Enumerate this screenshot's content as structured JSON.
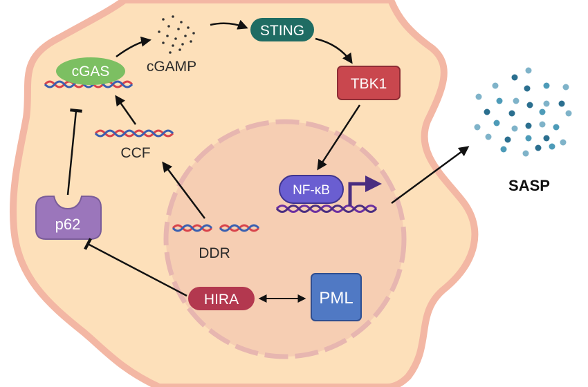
{
  "nodes": {
    "cgas": "cGAS",
    "sting": "STING",
    "tbk1": "TBK1",
    "nfkb": "NF-κB",
    "p62": "p62",
    "hira": "HIRA",
    "pml": "PML"
  },
  "labels": {
    "cgamp": "cGAMP",
    "ccf": "CCF",
    "ddr": "DDR",
    "sasp": "SASP"
  },
  "colors": {
    "cell_fill": "#fde0ba",
    "cell_outline": "#f3b7a4",
    "nucleus_fill": "#f6cdb3",
    "nucleus_outline": "#e9b8b4",
    "cgas": "#7cbf62",
    "sting": "#1f6c63",
    "tbk1": "#c9474e",
    "nfkb": "#6a5ed1",
    "p62": "#9b76bb",
    "hira": "#b3384f",
    "pml": "#5079c4",
    "dna_red": "#d8434b",
    "dna_blue": "#3a5fb0",
    "dna_purple": "#6b2fa0",
    "sasp_dots": "#3f8aa6"
  }
}
